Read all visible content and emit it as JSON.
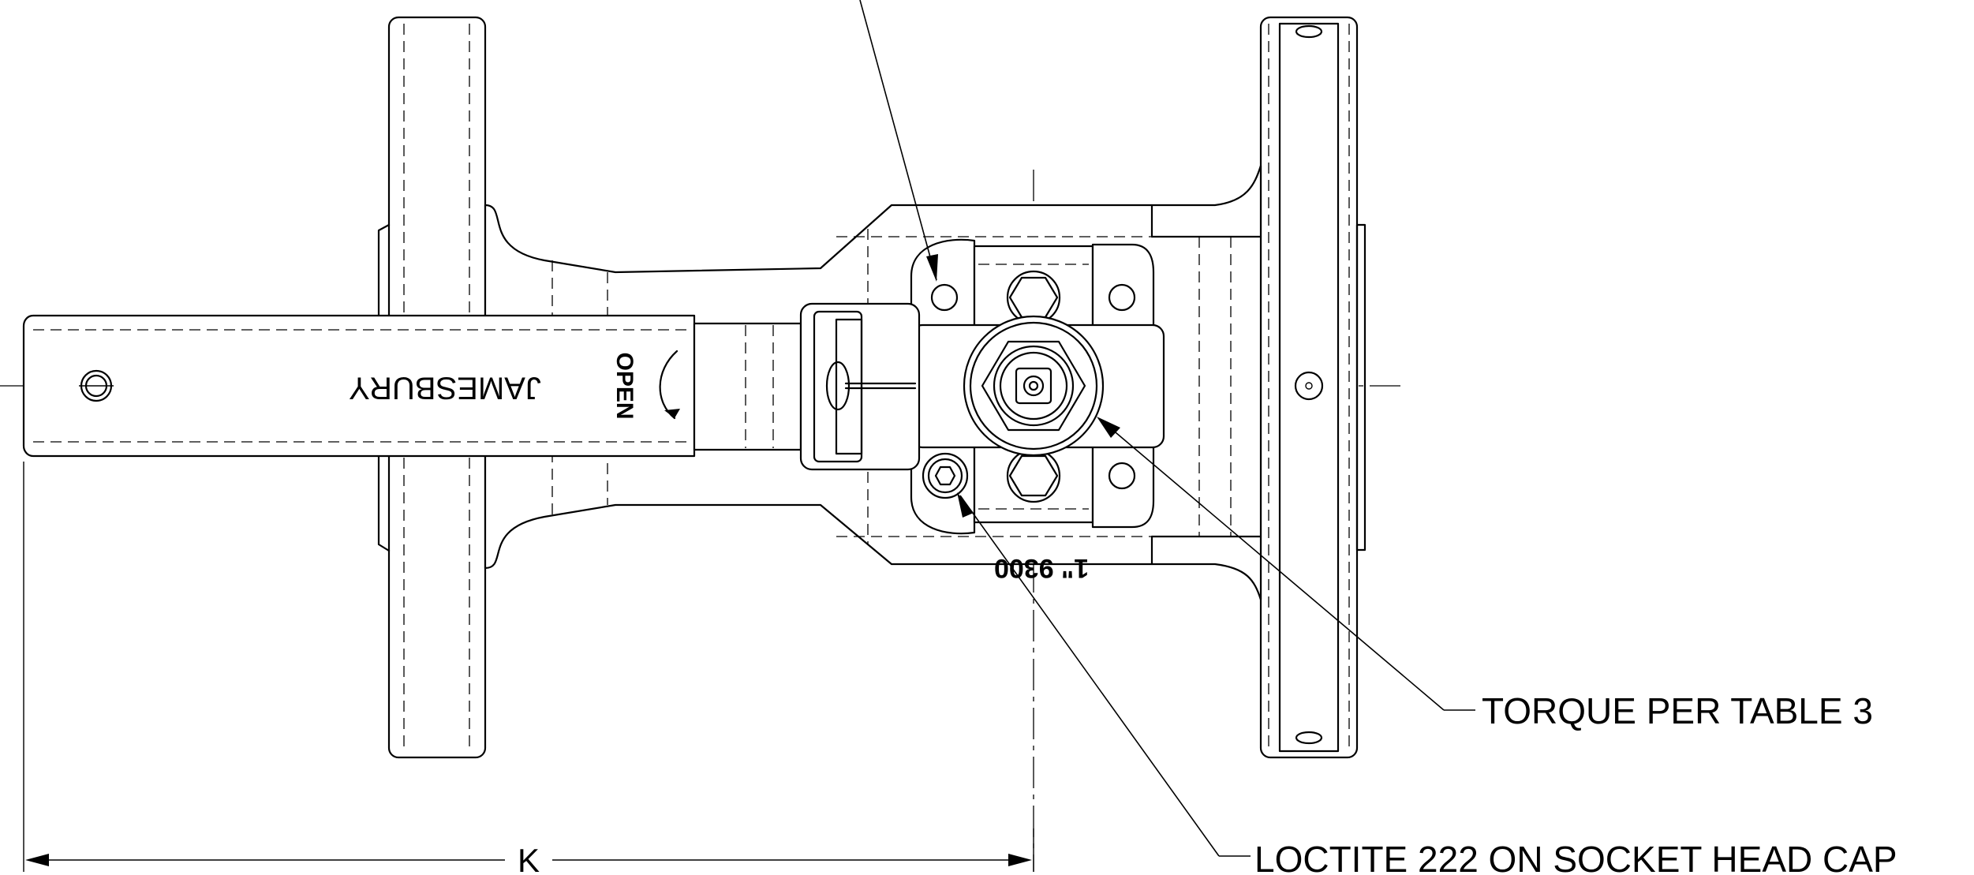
{
  "callouts": {
    "torque": "TORQUE PER TABLE 3",
    "loctite": "LOCTITE 222 ON SOCKET HEAD CAP"
  },
  "handle": {
    "brand": "JAMESBURY",
    "direction": "OPEN"
  },
  "body_marking": "1\" 9300",
  "dimension": {
    "label": "K"
  }
}
